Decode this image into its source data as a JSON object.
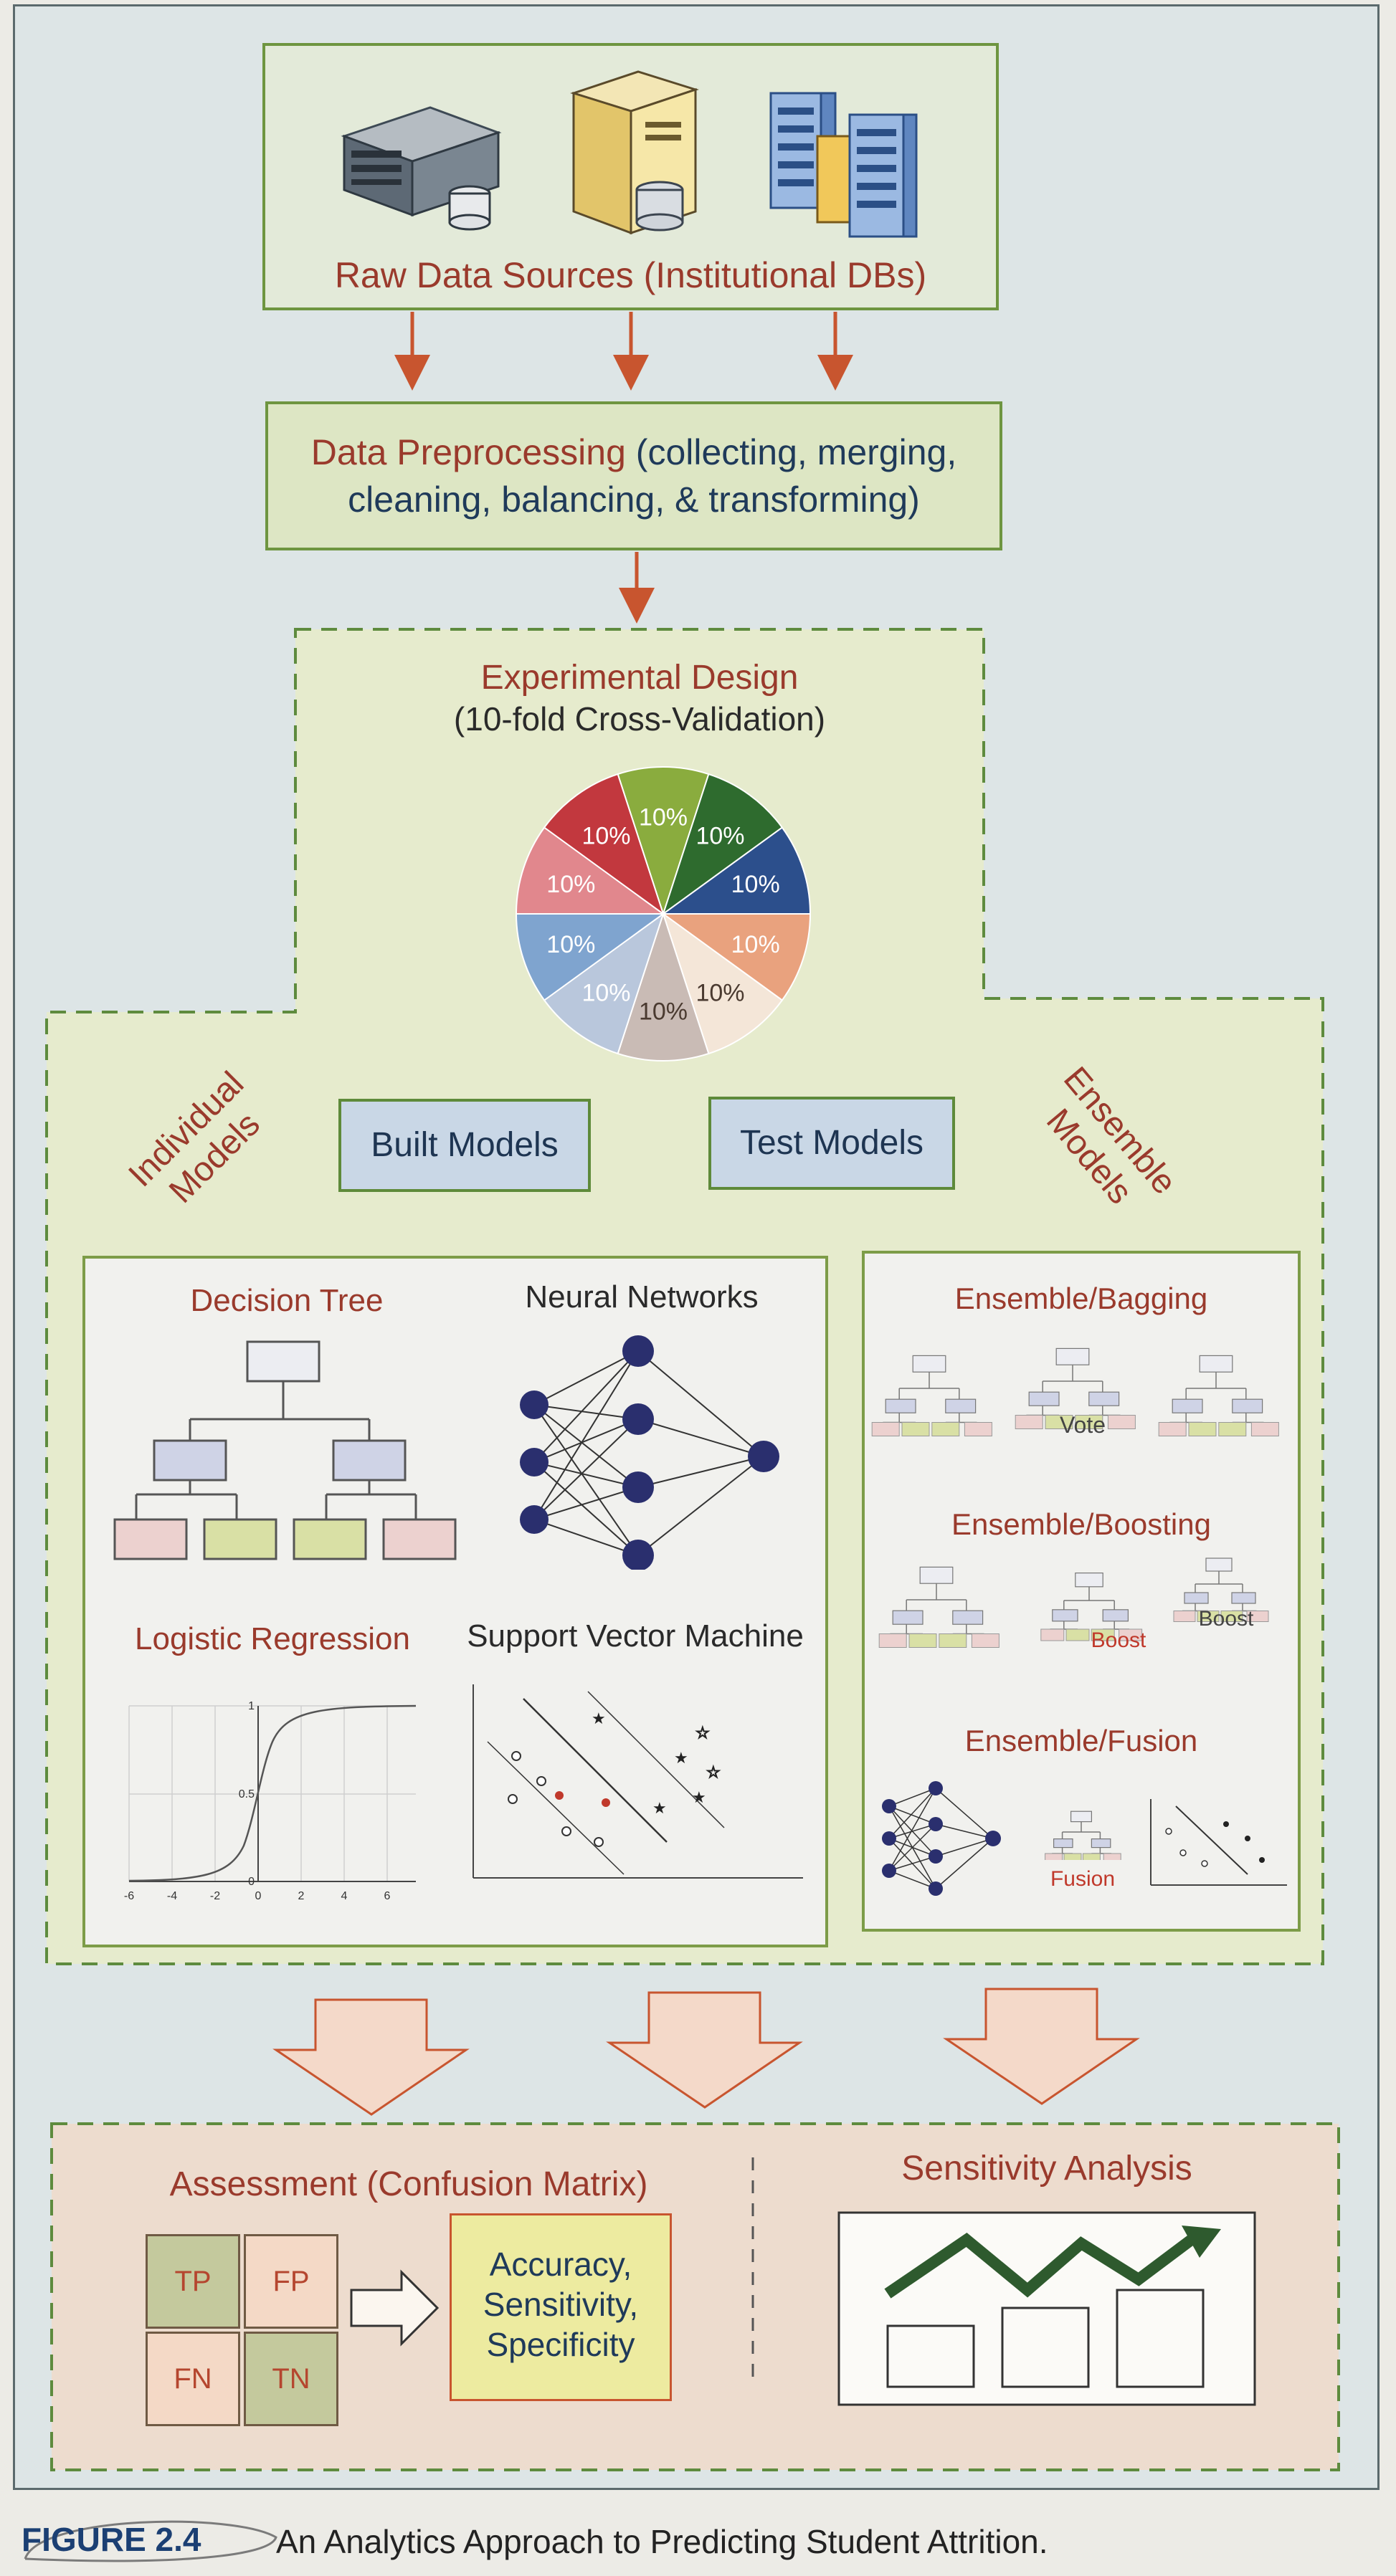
{
  "sources": {
    "title": "Raw Data Sources (Institutional DBs)",
    "icons": [
      "server-rack-icon",
      "tower-server-icon",
      "database-cluster-icon"
    ]
  },
  "preprocessing": {
    "title_part1": "Data Preprocessing",
    "title_part2": " (collecting, merging,",
    "line2": "cleaning, balancing, & transforming)"
  },
  "design": {
    "line1": "Experimental Design",
    "line2": "(10-fold Cross-Validation)",
    "slice_label": "10%",
    "slice_count": 10,
    "slice_colors": [
      "#8aac3e",
      "#2e6b2e",
      "#2c4f8c",
      "#e9a27e",
      "#f4e6d8",
      "#c9bbb5",
      "#b9c7dc",
      "#7fa4cf",
      "#e1878d",
      "#c2383e"
    ]
  },
  "left_label": {
    "line1": "Individual",
    "line2": "Models"
  },
  "right_label": {
    "line1": "Ensemble",
    "line2": "Models"
  },
  "built": "Built Models",
  "test": "Test Models",
  "individual": {
    "decision_tree": "Decision Tree",
    "neural_networks": "Neural Networks",
    "logistic": "Logistic Regression",
    "svm": "Support Vector Machine",
    "logistic_ticks_x": [
      "-6",
      "-4",
      "-2",
      "0",
      "2",
      "4",
      "6"
    ],
    "logistic_ticks_y": [
      "1",
      "0.5",
      "0"
    ]
  },
  "ensemble": {
    "bagging": "Ensemble/Bagging",
    "vote": "Vote",
    "boosting": "Ensemble/Boosting",
    "boost1": "Boost",
    "boost2": "Boost",
    "fusion_title": "Ensemble/Fusion",
    "fusion": "Fusion"
  },
  "assessment": {
    "title": "Assessment (Confusion Matrix)",
    "tp": "TP",
    "fp": "FP",
    "fn": "FN",
    "tn": "TN",
    "result_1": "Accuracy,",
    "result_2": "Sensitivity,",
    "result_3": "Specificity"
  },
  "sensitivity": {
    "title": "Sensitivity Analysis"
  },
  "caption": {
    "label": "FIGURE 2.4",
    "text": "An Analytics Approach to Predicting Student Attrition."
  },
  "colors": {
    "arrow": "#c8552f",
    "border_green": "#6e9540",
    "maroon": "#9a3a2c",
    "navy": "#1f3a5a"
  }
}
